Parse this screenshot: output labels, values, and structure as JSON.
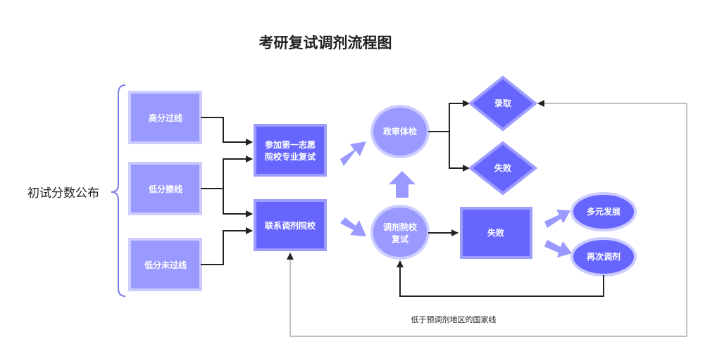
{
  "title": "考研复试调剂流程图",
  "initial_score": "初试分数公布",
  "nodes": {
    "high_pass": "高分过线",
    "low_pass": "低分擦线",
    "low_fail": "低分未过线",
    "first_choice": [
      "参加第一志愿",
      "院校专业复试"
    ],
    "contact_adjust": "联系调剂院校",
    "political_check": "政审体检",
    "admit": "录取",
    "fail_top": "失败",
    "adjust_retest": [
      "调剂院校",
      "复试"
    ],
    "fail_mid": "失败",
    "diverse": "多元发展",
    "readjust": "再次调剂"
  },
  "note": "低于预调剂地区的国家线",
  "colors": {
    "box_fill": "#9999ff",
    "box_border": "#ccccff",
    "dark_fill": "#6666ff",
    "dark_border": "#9d9dff",
    "arrow": "#9999ff",
    "line": "#222222",
    "gray_line": "#999999"
  }
}
